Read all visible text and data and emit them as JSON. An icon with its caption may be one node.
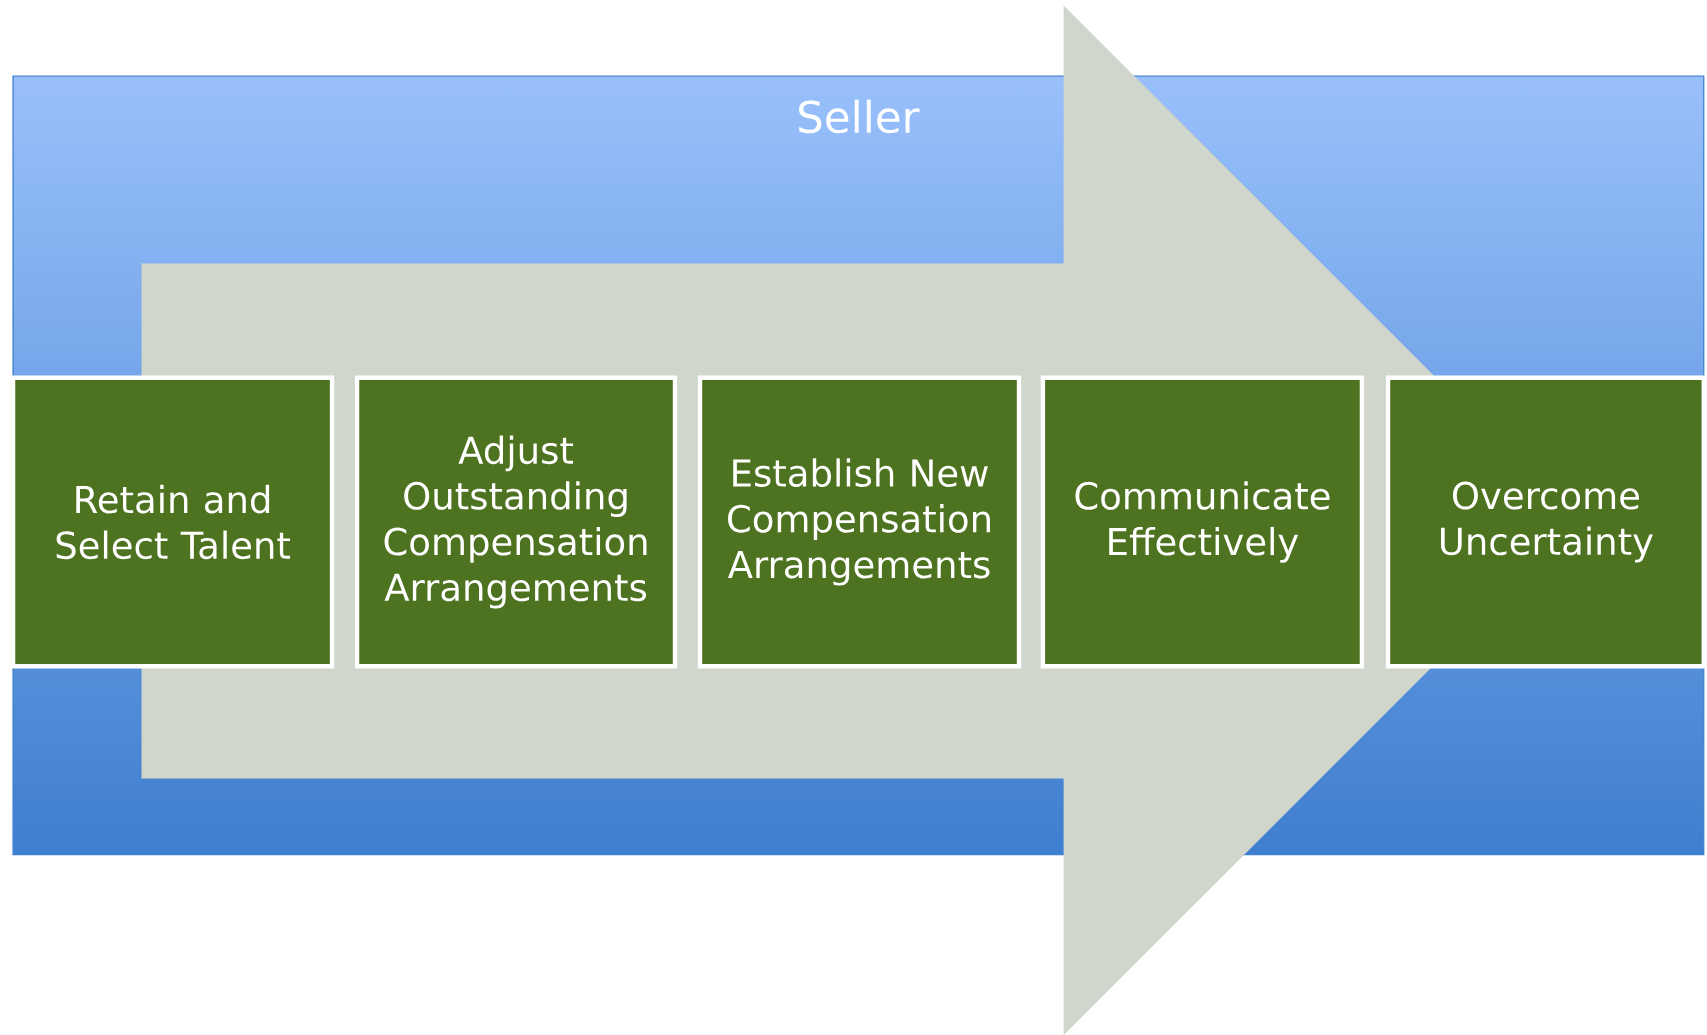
{
  "diagram": {
    "nodes": [
      {
        "text": [
          "Seller"
        ]
      },
      {
        "text": [
          "Retain and Select Talent"
        ],
        "in": 0
      },
      {
        "text": [
          "Adjust Outstanding Compensation Arrangements"
        ],
        "in": 0
      },
      {
        "text": [
          "Establish New Compensation Arrangements"
        ],
        "in": 0
      },
      {
        "text": [
          "Communicate Effectively"
        ],
        "in": 0
      },
      {
        "text": [
          "Overcome Uncertainty"
        ],
        "in": 0
      }
    ],
    "edges": [
      {
        "from": 1,
        "to": 5,
        "arrow": "to"
      }
    ]
  }
}
